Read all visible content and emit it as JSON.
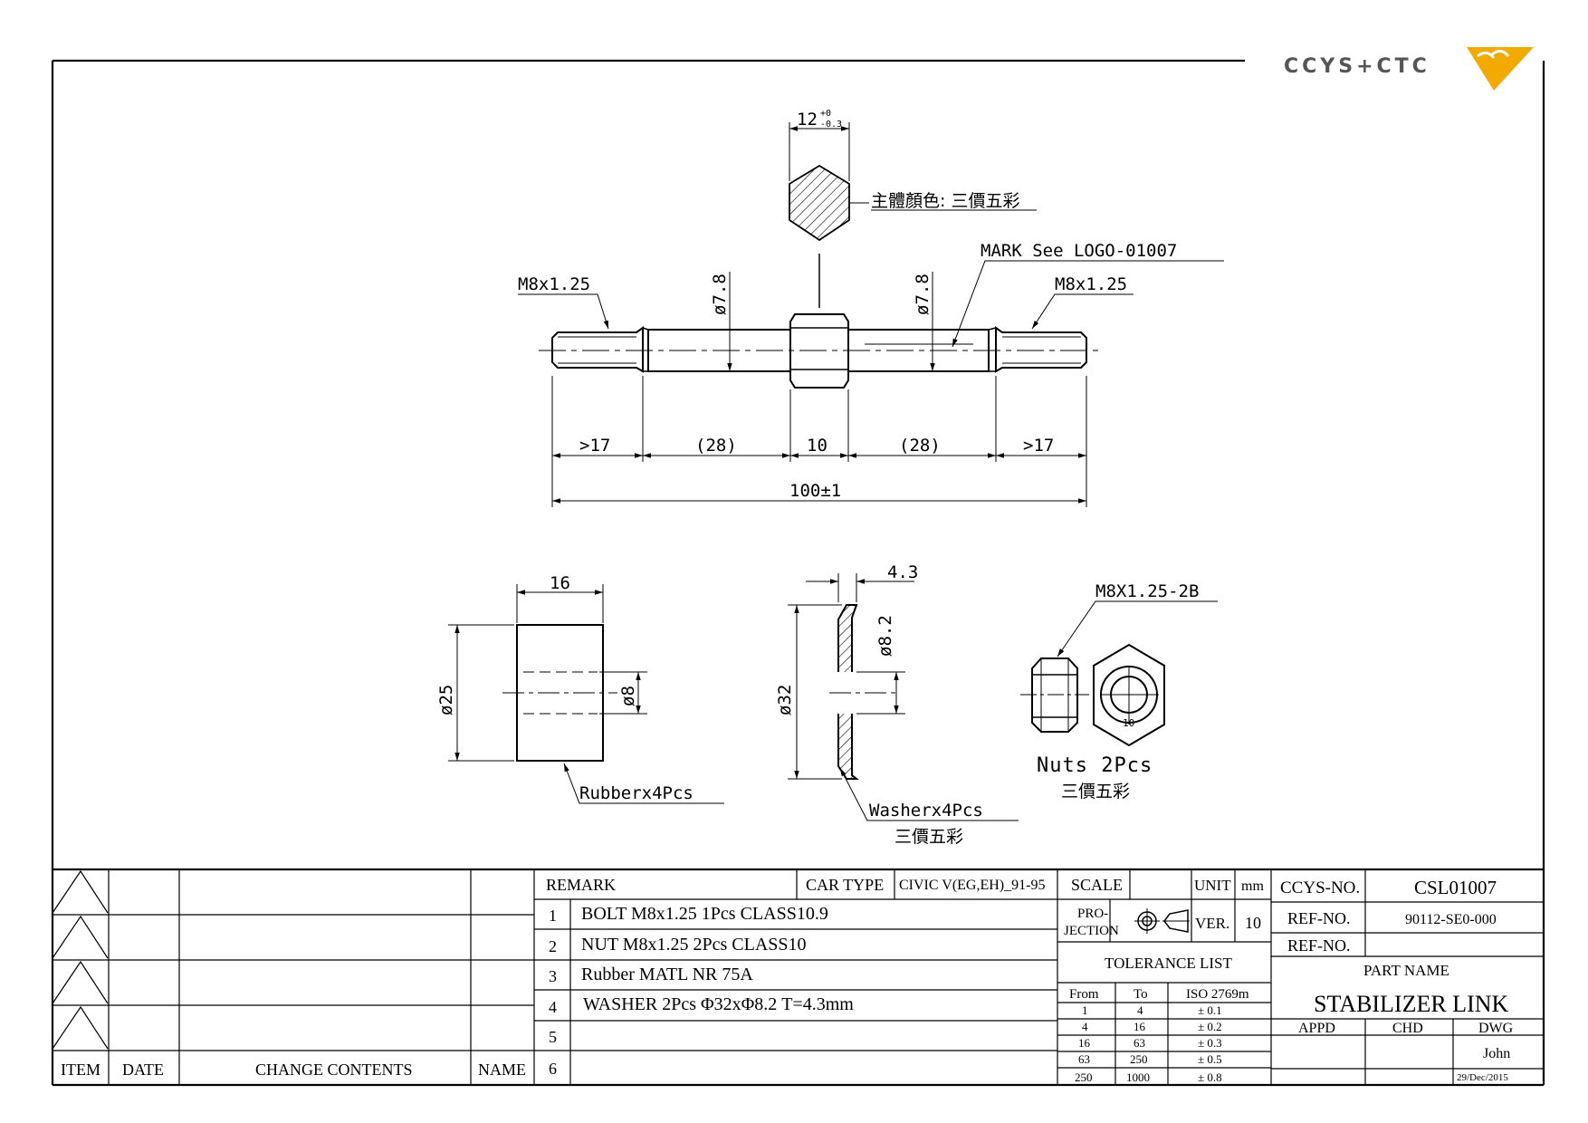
{
  "logo": {
    "text": "CCYS+CTC",
    "accent_color": "#f2a900"
  },
  "drawing": {
    "hex_width_dim": "12",
    "hex_width_tol_upper": "+0",
    "hex_width_tol_lower": "-0.3",
    "body_color_note": "主體顏色: 三價五彩",
    "mark_note": "MARK See LOGO-01007",
    "thread_left": "M8x1.25",
    "thread_right": "M8x1.25",
    "dia_left": "ø7.8",
    "dia_right": "ø7.8",
    "seg_thread_left": ">17",
    "seg_shaft_left": "(28)",
    "seg_nut": "10",
    "seg_shaft_right": "(28)",
    "seg_thread_right": ">17",
    "overall_length": "100±1",
    "rubber": {
      "width": "16",
      "outer_dia": "ø25",
      "inner_dia": "ø8",
      "label": "Rubberx4Pcs"
    },
    "washer": {
      "thickness": "4.3",
      "outer_dia": "ø32",
      "inner_dia": "ø8.2",
      "label": "Washerx4Pcs",
      "note": "三價五彩"
    },
    "nut": {
      "spec": "M8X1.25-2B",
      "size": "10",
      "label": "Nuts 2Pcs",
      "note": "三價五彩"
    }
  },
  "revision_block": {
    "rows": 4,
    "headers": {
      "item": "ITEM",
      "date": "DATE",
      "change": "CHANGE CONTENTS",
      "name": "NAME"
    }
  },
  "remarks": {
    "header": "REMARK",
    "car_type_label": "CAR TYPE",
    "car_type_value": "CIVIC V(EG,EH)_91-95",
    "items": [
      {
        "no": "1",
        "text": "BOLT M8x1.25 1Pcs CLASS10.9"
      },
      {
        "no": "2",
        "text": "NUT M8x1.25 2Pcs CLASS10"
      },
      {
        "no": "3",
        "text": "Rubber MATL NR 75A"
      },
      {
        "no": "4",
        "text": "WASHER 2Pcs Φ32xΦ8.2 T=4.3mm"
      },
      {
        "no": "5",
        "text": ""
      },
      {
        "no": "6",
        "text": ""
      }
    ]
  },
  "scale_block": {
    "scale_label": "SCALE",
    "scale_value": "",
    "unit_label": "UNIT",
    "unit_value": "mm",
    "projection_label_1": "PRO-",
    "projection_label_2": "JECTION",
    "ver_label": "VER.",
    "ver_value": "10"
  },
  "tolerance": {
    "title": "TOLERANCE LIST",
    "headers": [
      "From",
      "To",
      "ISO 2769m"
    ],
    "rows": [
      [
        "1",
        "4",
        "± 0.1"
      ],
      [
        "4",
        "16",
        "± 0.2"
      ],
      [
        "16",
        "63",
        "± 0.3"
      ],
      [
        "63",
        "250",
        "± 0.5"
      ],
      [
        "250",
        "1000",
        "± 0.8"
      ]
    ]
  },
  "title_block": {
    "ccys_no_label": "CCYS-NO.",
    "ccys_no_value": "CSL01007",
    "ref_no_label_1": "REF-NO.",
    "ref_no_value_1": "90112-SE0-000",
    "ref_no_label_2": "REF-NO.",
    "ref_no_value_2": "",
    "part_name_label": "PART NAME",
    "part_name_value": "STABILIZER LINK",
    "appd_label": "APPD",
    "chd_label": "CHD",
    "dwg_label": "DWG",
    "dwg_name": "John",
    "dwg_date": "29/Dec/2015"
  }
}
